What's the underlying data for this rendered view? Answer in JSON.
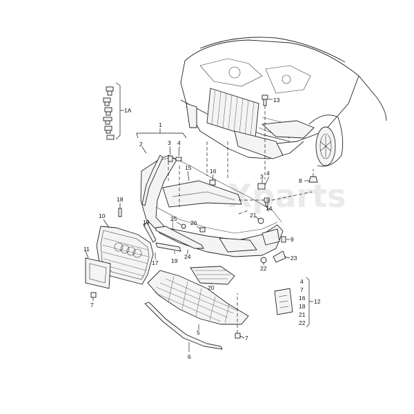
{
  "watermark": "Xparts",
  "callouts": {
    "c1": "1",
    "c1A": "1A",
    "c2": "2",
    "c3a": "3",
    "c4a": "4",
    "c15": "15",
    "c16": "16",
    "c13": "13",
    "c3b": "3",
    "c4b": "4",
    "c8": "8",
    "c14": "14",
    "c18": "18",
    "c10": "10",
    "c19a": "19",
    "c25": "25",
    "c26": "26",
    "c21": "21",
    "c9": "9",
    "c11": "11",
    "c17": "17",
    "c19b": "19",
    "c24": "24",
    "c22": "22",
    "c23": "23",
    "c20": "20",
    "c7a": "7",
    "c5": "5",
    "c7b": "7",
    "c6": "6"
  },
  "kit_list": {
    "items": [
      "4",
      "7",
      "16",
      "18",
      "21",
      "22"
    ],
    "group_label": "12"
  }
}
